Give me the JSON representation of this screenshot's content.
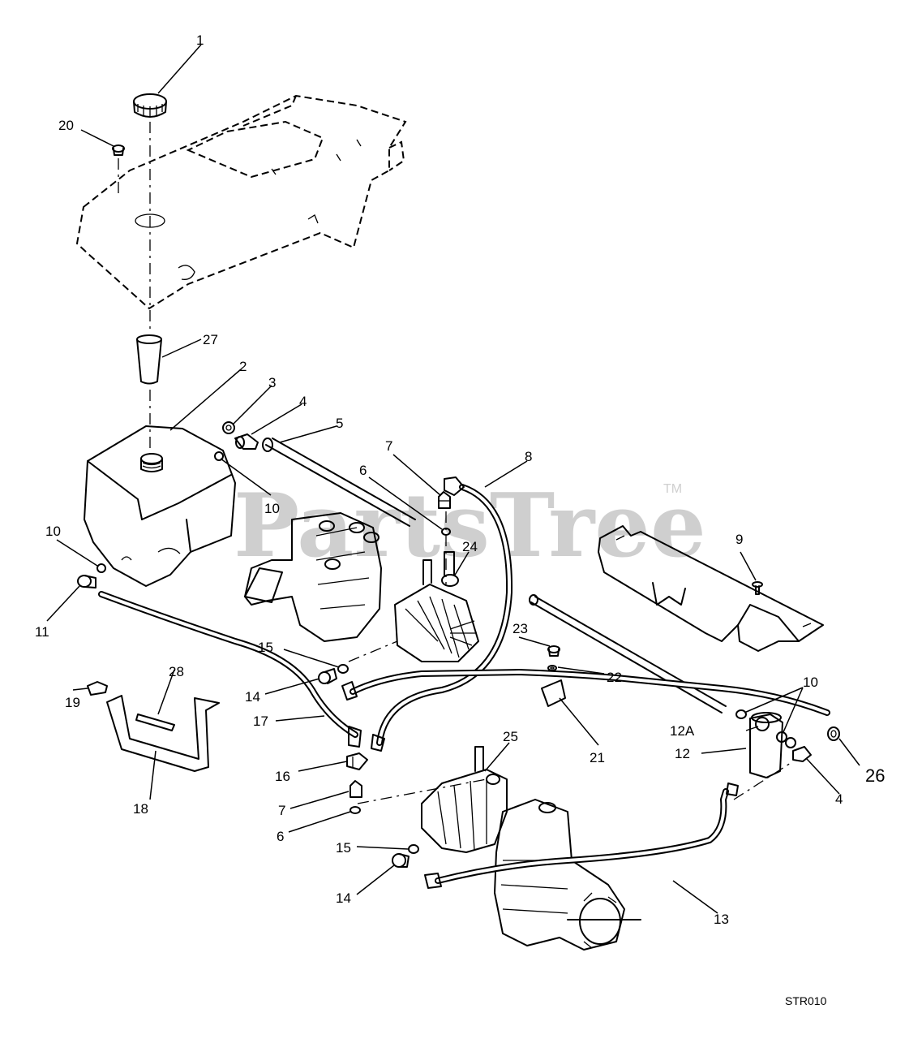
{
  "watermark": {
    "text": "PartsTree",
    "tm": "TM"
  },
  "drawing_code": "STR010",
  "callouts": {
    "c1": "1",
    "c20": "20",
    "c27": "27",
    "c2": "2",
    "c3": "3",
    "c4a": "4",
    "c5": "5",
    "c10a": "10",
    "c7a": "7",
    "c6a": "6",
    "c8": "8",
    "c24": "24",
    "c9": "9",
    "c10b": "10",
    "c11": "11",
    "c15a": "15",
    "c23": "23",
    "c22": "22",
    "c14a": "14",
    "c28": "28",
    "c19": "19",
    "c17": "17",
    "c21": "21",
    "c10c": "10",
    "c12a": "12A",
    "c12": "12",
    "c26": "26",
    "c16": "16",
    "c25": "25",
    "c18": "18",
    "c7b": "7",
    "c6b": "6",
    "c4b": "4",
    "c15b": "15",
    "c14b": "14",
    "c13": "13"
  }
}
